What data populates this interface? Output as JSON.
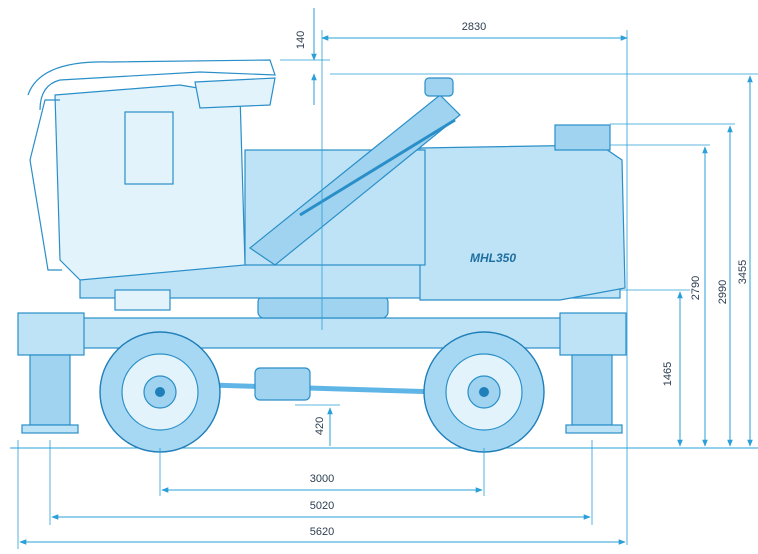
{
  "model_badge": "MHL350",
  "dimensions": {
    "top_offset": "140",
    "upper_width": "2830",
    "total_height": "3455",
    "cab_height": "2990",
    "body_height": "2790",
    "frame_height": "1465",
    "ground_clearance": "420",
    "wheelbase": "3000",
    "outrigger_span": "5020",
    "overall_length": "5620"
  },
  "colors": {
    "line": "#2a9fd8",
    "body": "#bfe3f6",
    "text": "#2c3e50"
  }
}
